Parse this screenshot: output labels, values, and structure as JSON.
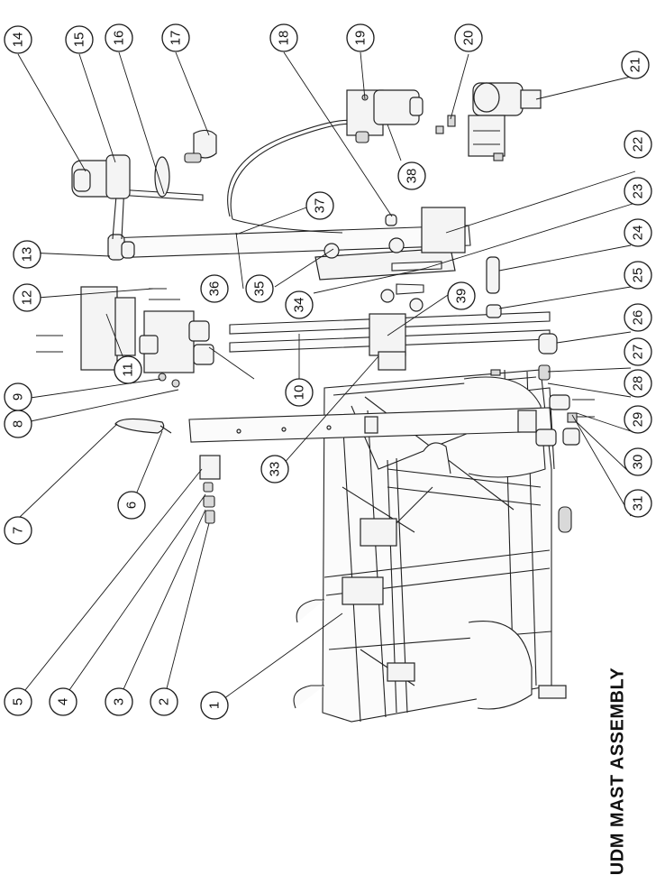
{
  "title": "UDM MAST ASSEMBLY",
  "balloons": [
    "1",
    "2",
    "3",
    "4",
    "5",
    "6",
    "7",
    "8",
    "9",
    "10",
    "11",
    "12",
    "13",
    "14",
    "15",
    "16",
    "17",
    "18",
    "19",
    "20",
    "21",
    "22",
    "23",
    "24",
    "25",
    "26",
    "27",
    "28",
    "29",
    "30",
    "31",
    "33",
    "34",
    "35",
    "36",
    "37",
    "38",
    "39"
  ]
}
